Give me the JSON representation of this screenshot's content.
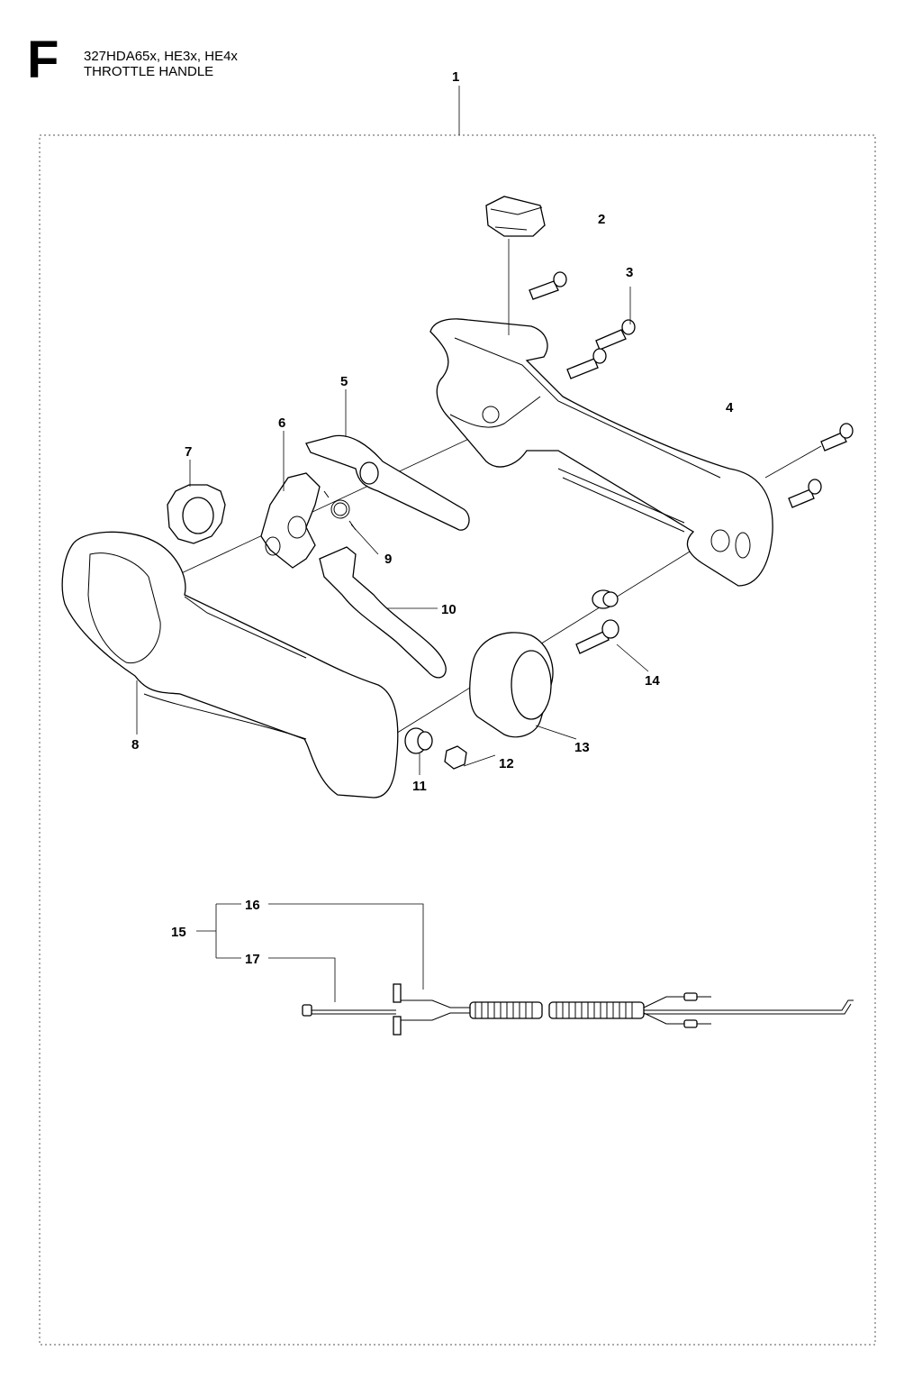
{
  "header": {
    "section_letter": "F",
    "model_line": "327HDA65x, HE3x, HE4x",
    "title": "THROTTLE HANDLE"
  },
  "callouts": [
    "1",
    "2",
    "3",
    "4",
    "5",
    "6",
    "7",
    "8",
    "9",
    "10",
    "11",
    "12",
    "13",
    "14",
    "15",
    "16",
    "17"
  ]
}
